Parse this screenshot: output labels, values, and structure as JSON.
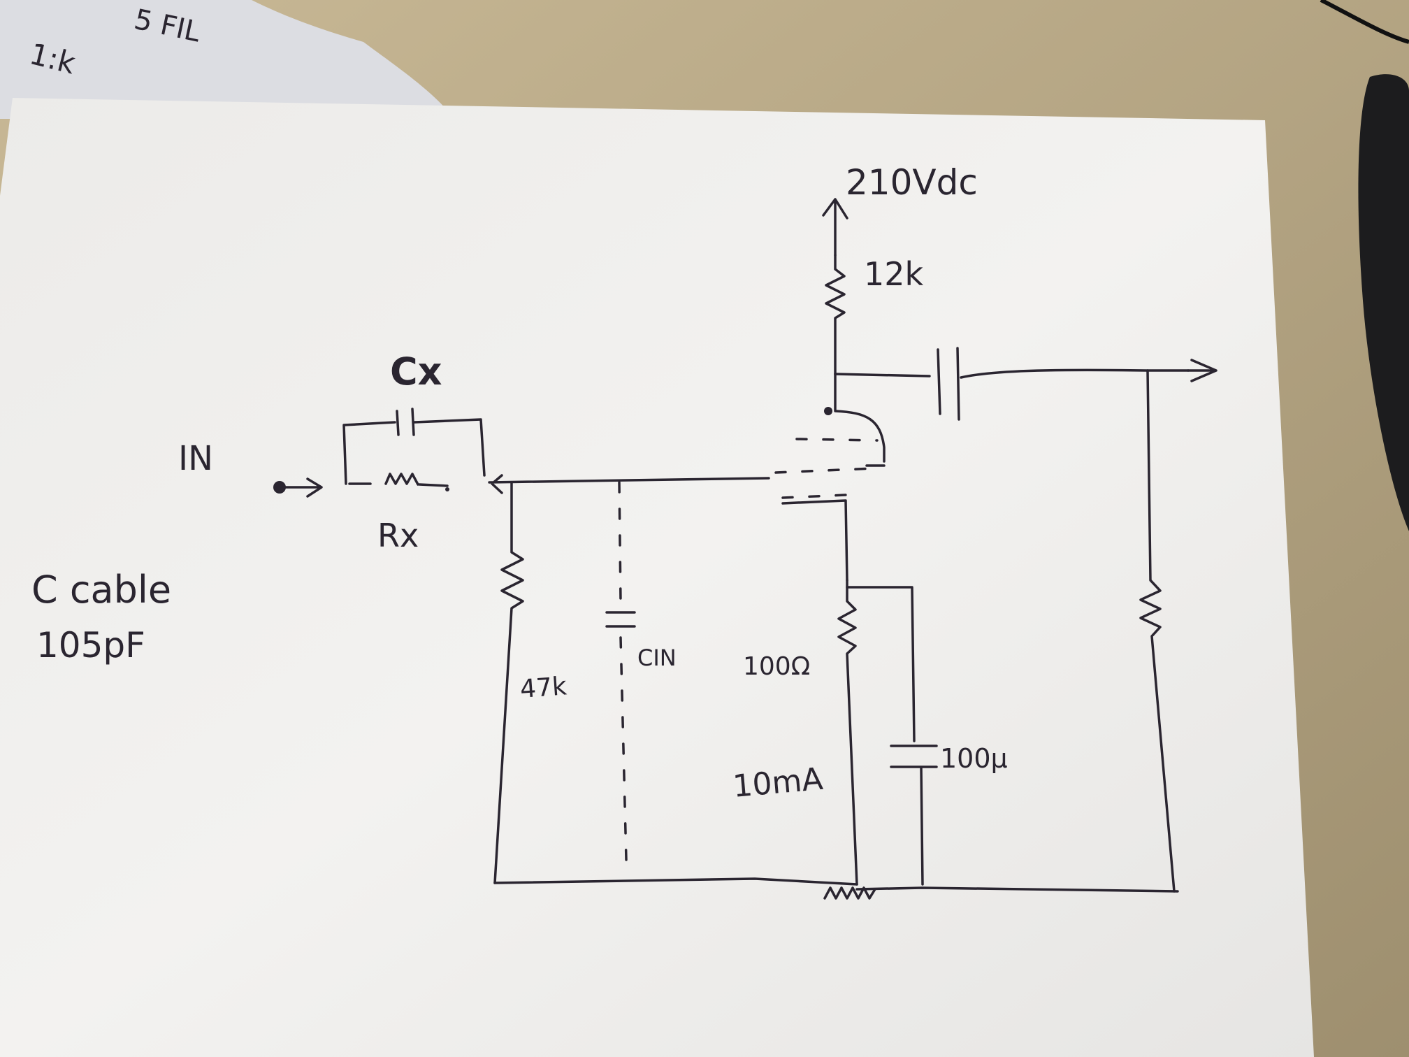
{
  "scrap_note": {
    "line1": "5 FIL",
    "line2": "1:k"
  },
  "labels": {
    "supply": "210Vdc",
    "plate_resistor": "12k",
    "coupling_cap_in": "Cx",
    "input": "IN",
    "series_resistor": "Rx",
    "cable_line1": "C cable",
    "cable_line2": "105pF",
    "grid_resistor": "47k",
    "input_capacitance": "CIN",
    "cathode_resistor": "100Ω",
    "cathode_current": "10mA",
    "bypass_cap": "100µ"
  },
  "colors": {
    "desk": "#b7a684",
    "paper": "#f2f1ef",
    "ink": "#2a2530"
  }
}
